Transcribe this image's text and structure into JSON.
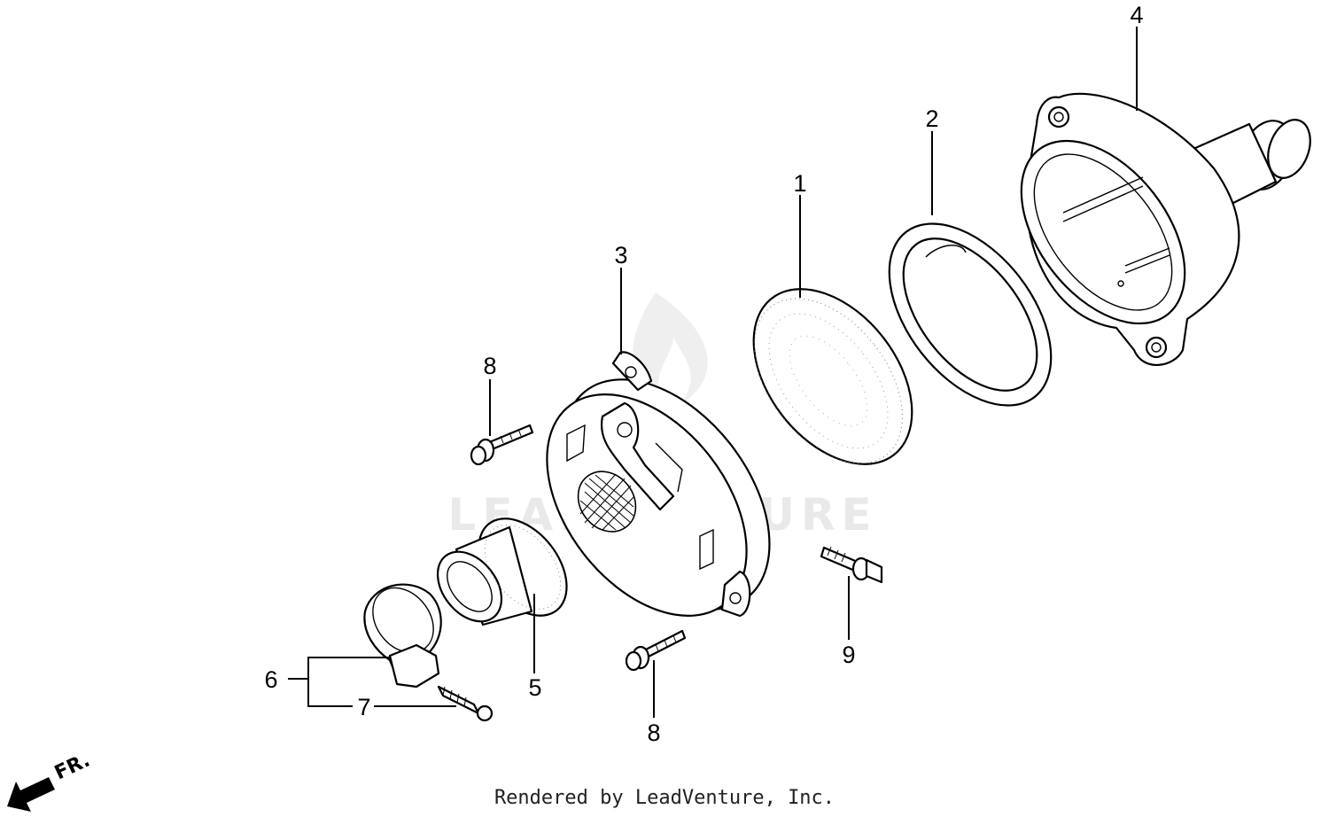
{
  "diagram": {
    "callouts": [
      {
        "id": "c1",
        "label": "1"
      },
      {
        "id": "c2",
        "label": "2"
      },
      {
        "id": "c3",
        "label": "3"
      },
      {
        "id": "c4",
        "label": "4"
      },
      {
        "id": "c5",
        "label": "5"
      },
      {
        "id": "c6",
        "label": "6"
      },
      {
        "id": "c7",
        "label": "7"
      },
      {
        "id": "c8a",
        "label": "8"
      },
      {
        "id": "c8b",
        "label": "8"
      },
      {
        "id": "c9",
        "label": "9"
      }
    ],
    "direction_label": "FR.",
    "watermark": "LEADVENTURE"
  },
  "footer": {
    "text": "Rendered by LeadVenture, Inc."
  }
}
